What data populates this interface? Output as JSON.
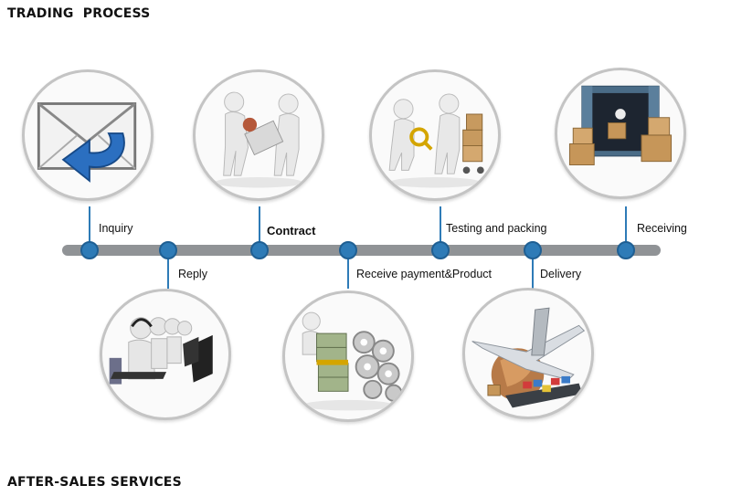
{
  "headings": {
    "trading": "TRADING  PROCESS",
    "after_sales": "AFTER-SALES SERVICES"
  },
  "steps": {
    "inquiry": "Inquiry",
    "reply": "Reply",
    "contract": "Contract",
    "payment": "Receive payment&Product",
    "testing": "Testing and packing",
    "delivery": "Delivery",
    "receiving": "Receiving"
  },
  "colors": {
    "timeline": "#909396",
    "node": "#2e7bb7",
    "circle_border": "#c4c4c4"
  },
  "illustrations": [
    "envelope-reply-icon",
    "contract-handshake-illustration",
    "inspection-packing-illustration",
    "shipping-container-illustration",
    "call-center-illustration",
    "money-gears-illustration",
    "airplane-ship-globe-illustration"
  ]
}
